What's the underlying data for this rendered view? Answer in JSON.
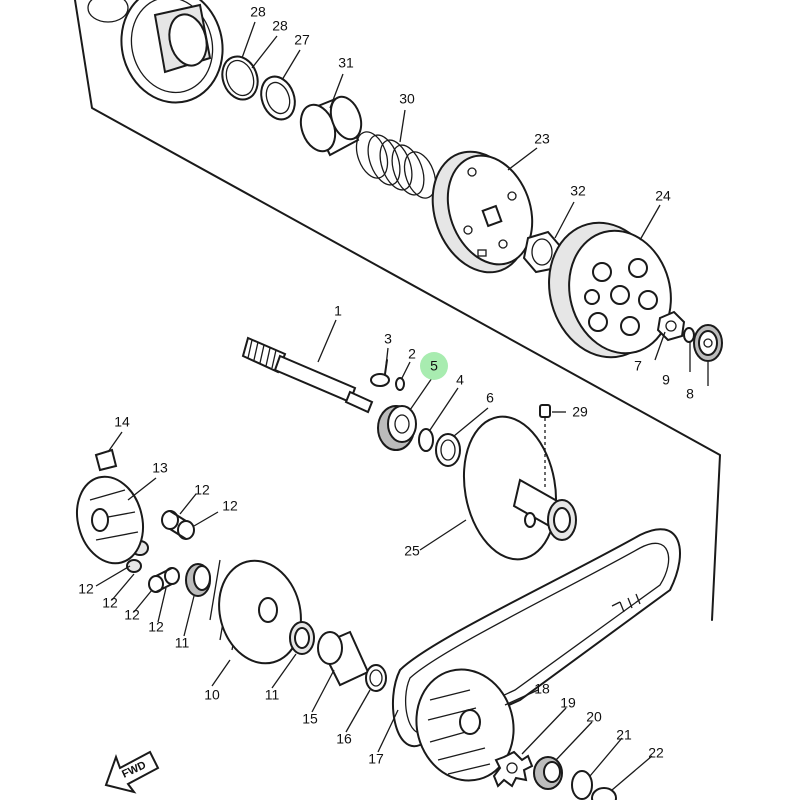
{
  "diagram": {
    "highlighted_part": "5",
    "highlight_color": "#a8ecb0",
    "fwd_label": "FWD",
    "callouts": [
      "28",
      "28",
      "27",
      "31",
      "30",
      "23",
      "32",
      "24",
      "1",
      "3",
      "2",
      "5",
      "4",
      "6",
      "29",
      "7",
      "9",
      "8",
      "14",
      "13",
      "12",
      "12",
      "12",
      "12",
      "12",
      "12",
      "11",
      "11",
      "10",
      "15",
      "16",
      "25",
      "17",
      "18",
      "19",
      "20",
      "21",
      "22"
    ]
  }
}
